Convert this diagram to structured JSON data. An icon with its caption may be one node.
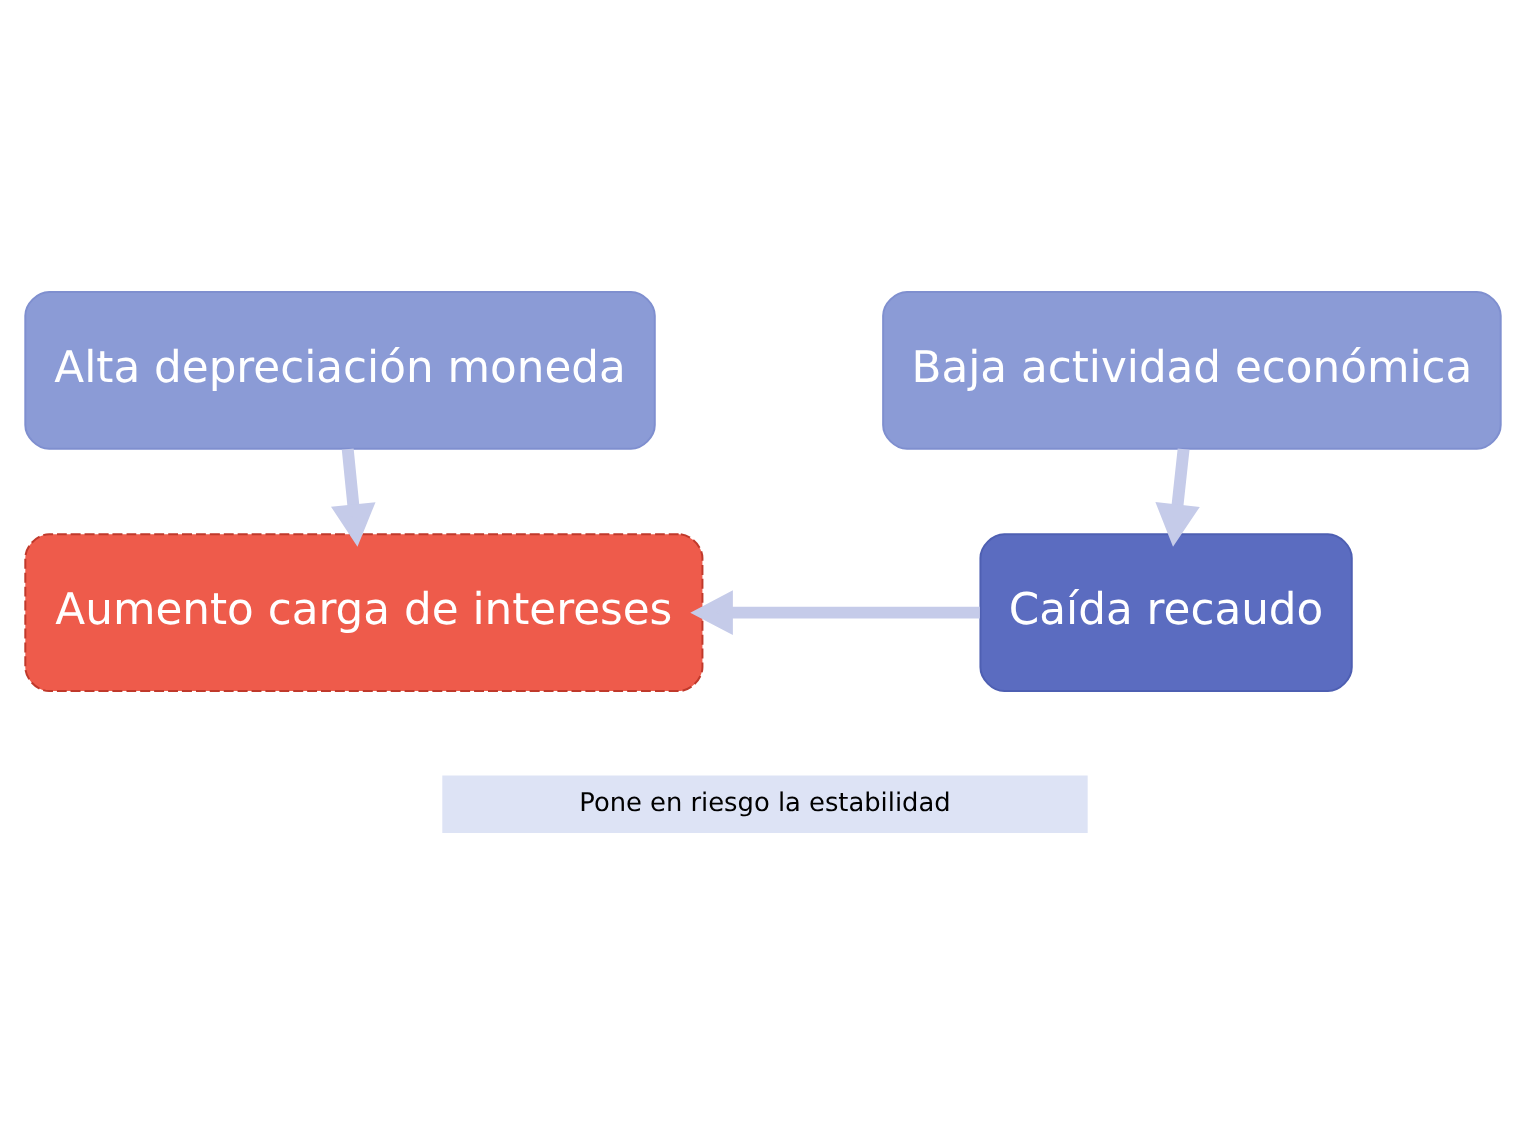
{
  "diagram": {
    "nodes": [
      {
        "text": [
          "Alta depreciación moneda"
        ]
      },
      {
        "text": [
          "Baja actividad económica"
        ]
      },
      {
        "text": [
          "Aumento carga de intereses"
        ]
      },
      {
        "text": [
          "Caída recaudo"
        ]
      },
      {
        "text": [
          "Pone en riesgo la estabilidad"
        ]
      }
    ],
    "edges": [
      {
        "from": 0,
        "to": 2,
        "arrow": "to"
      },
      {
        "from": 1,
        "to": 3,
        "arrow": "to"
      },
      {
        "from": 3,
        "to": 2,
        "arrow": "to"
      }
    ]
  }
}
